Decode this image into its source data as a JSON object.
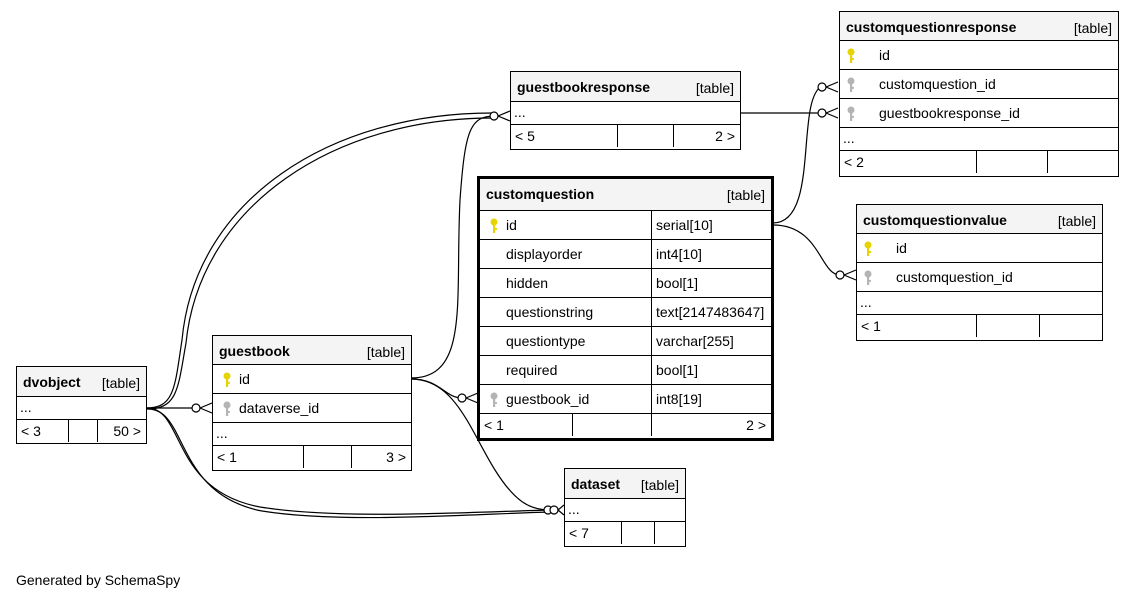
{
  "colors": {
    "primary_key": "#e6d400",
    "foreign_key": "#b4b4b4",
    "header_bg": "#f4f4f4"
  },
  "tables": {
    "customquestionresponse": {
      "name": "customquestionresponse",
      "tag": "[table]",
      "columns": [
        {
          "name": "id",
          "key": "primary-key-icon"
        },
        {
          "name": "customquestion_id",
          "key": "foreign-key-icon"
        },
        {
          "name": "guestbookresponse_id",
          "key": "foreign-key-icon"
        }
      ],
      "ellipsis": "...",
      "footer_left": "< 2",
      "footer_right": ""
    },
    "guestbookresponse": {
      "name": "guestbookresponse",
      "tag": "[table]",
      "ellipsis": "...",
      "footer_left": "< 5",
      "footer_right": "2 >"
    },
    "customquestion": {
      "name": "customquestion",
      "tag": "[table]",
      "columns": [
        {
          "name": "id",
          "type": "serial[10]",
          "key": "primary-key-icon"
        },
        {
          "name": "displayorder",
          "type": "int4[10]"
        },
        {
          "name": "hidden",
          "type": "bool[1]"
        },
        {
          "name": "questionstring",
          "type": "text[2147483647]"
        },
        {
          "name": "questiontype",
          "type": "varchar[255]"
        },
        {
          "name": "required",
          "type": "bool[1]"
        },
        {
          "name": "guestbook_id",
          "type": "int8[19]",
          "key": "foreign-key-icon"
        }
      ],
      "footer_left": "< 1",
      "footer_right": "2 >"
    },
    "customquestionvalue": {
      "name": "customquestionvalue",
      "tag": "[table]",
      "columns": [
        {
          "name": "id",
          "key": "primary-key-icon"
        },
        {
          "name": "customquestion_id",
          "key": "foreign-key-icon"
        }
      ],
      "ellipsis": "...",
      "footer_left": "< 1",
      "footer_right": ""
    },
    "guestbook": {
      "name": "guestbook",
      "tag": "[table]",
      "columns": [
        {
          "name": "id",
          "key": "primary-key-icon"
        },
        {
          "name": "dataverse_id",
          "key": "foreign-key-icon"
        }
      ],
      "ellipsis": "...",
      "footer_left": "< 1",
      "footer_right": "3 >"
    },
    "dvobject": {
      "name": "dvobject",
      "tag": "[table]",
      "ellipsis": "...",
      "footer_left": "< 3",
      "footer_right": "50 >"
    },
    "dataset": {
      "name": "dataset",
      "tag": "[table]",
      "ellipsis": "...",
      "footer_left": "< 7",
      "footer_right": ""
    }
  },
  "footer_text": "Generated by SchemaSpy"
}
